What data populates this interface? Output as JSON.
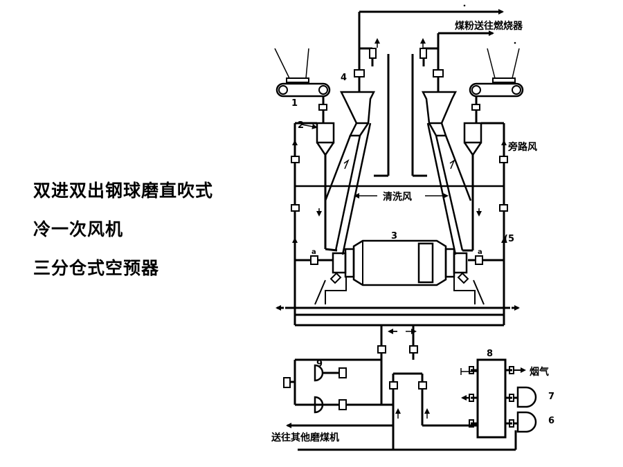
{
  "caption": {
    "line1": "双进双出钢球磨直吹式",
    "line2": "冷一次风机",
    "line3": "三分仓式空预器"
  },
  "labels": {
    "coal_to_burner": "煤粉送往燃烧器",
    "bypass_air": "旁路风",
    "clean_air": "清洗风",
    "flue_gas": "烟气",
    "to_other_mills": "送往其他磨煤机",
    "n1": "1",
    "n2": "2",
    "n3": "3",
    "n4": "4",
    "n5": "(5",
    "n6": "6",
    "n7": "7",
    "n8": "8",
    "n9": "9",
    "a_left": "a",
    "a_right": "a"
  }
}
